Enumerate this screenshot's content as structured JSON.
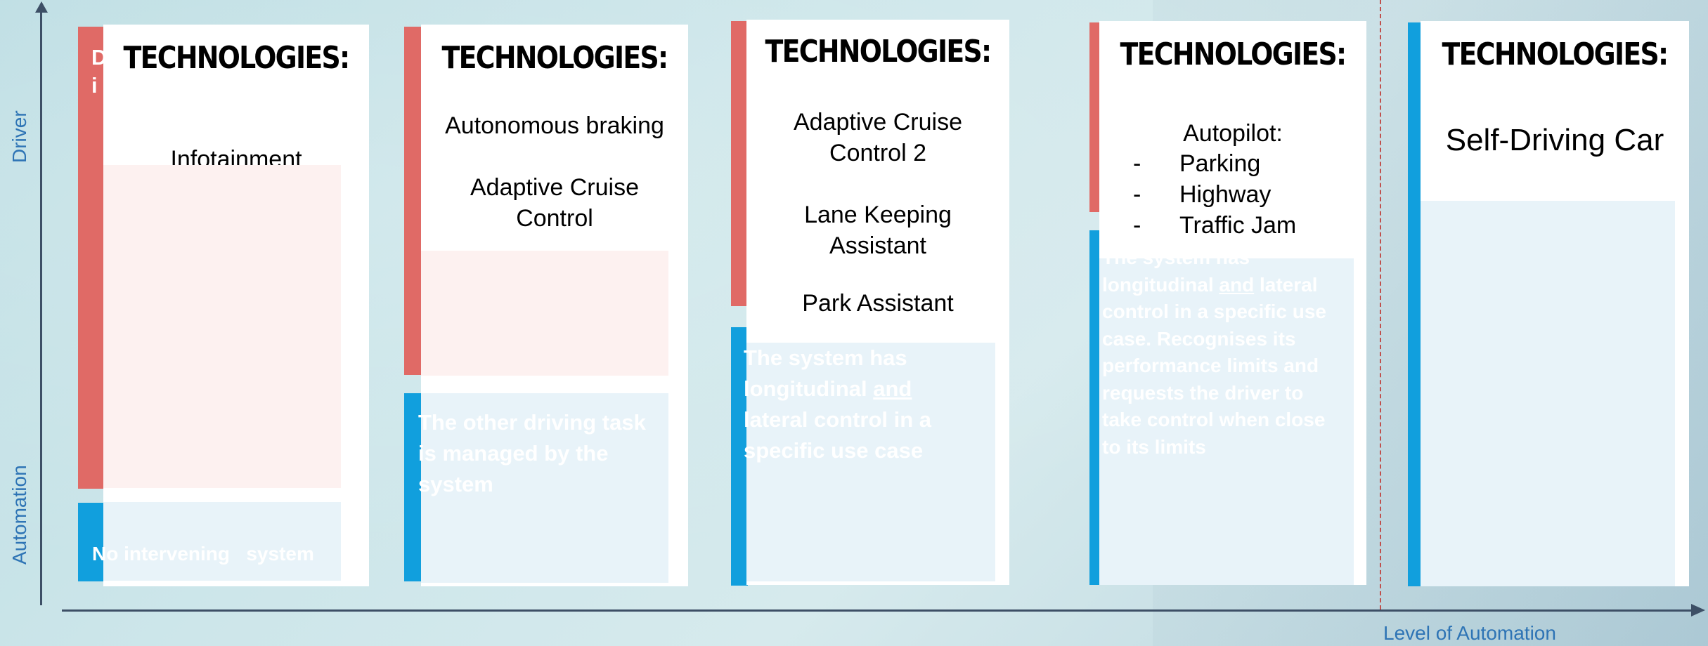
{
  "axes": {
    "y_top_label": "Driver",
    "y_bottom_label": "Automation",
    "x_label": "Level of Automation"
  },
  "heading": "TECHNOLOGIES:",
  "columns": [
    {
      "technologies": [
        "Infotainment"
      ],
      "driver_text_partial": "D\ni",
      "system_text": "No intervening   system"
    },
    {
      "technologies": [
        "Autonomous braking",
        "Adaptive Cruise\nControl"
      ],
      "system_text": "The other driving task is managed by the system"
    },
    {
      "technologies": [
        "Adaptive Cruise\nControl 2",
        "Lane Keeping\nAssistant",
        "Park Assistant"
      ],
      "system_text_prefix": "The system has longitudinal ",
      "system_text_and": "and",
      "system_text_suffix": " lateral control in a specific use case"
    },
    {
      "autopilot_label": "Autopilot:",
      "autopilot_items": [
        "Parking",
        "Highway",
        "Traffic Jam"
      ],
      "bullet": "-",
      "system_text_prefix": "The system has longitudinal ",
      "system_text_and": "and",
      "system_text_suffix": " lateral control in a specific use case. Recognises its performance limits and requests the driver to take control when close to its limits"
    },
    {
      "technologies": [
        "Self-Driving Car"
      ]
    }
  ],
  "colors": {
    "driver_red": "#e06a66",
    "system_blue": "#119fdd",
    "axis": "#3d4f66",
    "label_blue": "#2e74b5",
    "threshold_dash": "#c0504d"
  }
}
